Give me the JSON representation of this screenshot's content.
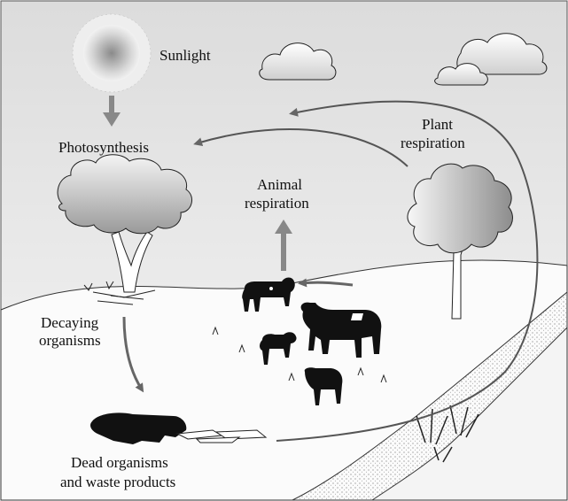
{
  "labels": {
    "sunlight": "Sunlight",
    "photosynthesis": "Photosynthesis",
    "plant_respiration_line1": "Plant",
    "plant_respiration_line2": "respiration",
    "animal_respiration_line1": "Animal",
    "animal_respiration_line2": "respiration",
    "decaying_line1": "Decaying",
    "decaying_line2": "organisms",
    "dead_line1": "Dead organisms",
    "dead_line2": "and waste products"
  },
  "icons": [
    "sun-icon",
    "cloud-icon",
    "tree-icon",
    "cow-icon",
    "sheep-icon",
    "dead-animal-icon",
    "river-icon"
  ]
}
